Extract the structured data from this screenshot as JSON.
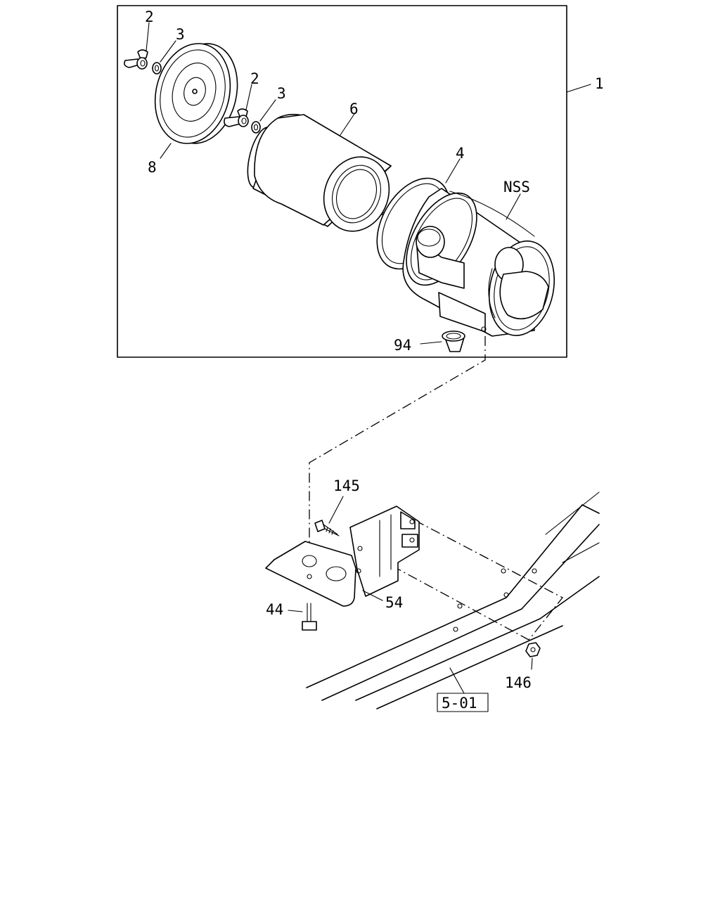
{
  "callouts": {
    "assembly": "1",
    "wing_nut_upper": "2",
    "washer_upper": "3",
    "wing_nut_lower": "2",
    "washer_lower": "3",
    "gasket": "4",
    "filter_element": "6",
    "cover": "8",
    "housing_nss": "NSS",
    "drain_valve": "94",
    "bolt_145": "145",
    "bracket_54": "54",
    "bolt_44": "44",
    "nut_146": "146",
    "frame_ref": "5-01"
  }
}
